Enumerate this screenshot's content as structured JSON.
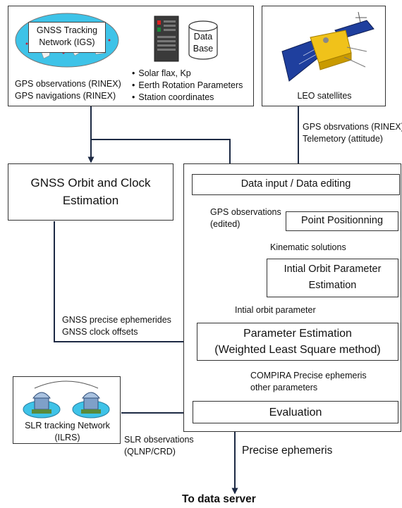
{
  "igs": {
    "map_label_line1": "GNSS Tracking",
    "map_label_line2": "Network (IGS)",
    "database_line1": "Data",
    "database_line2": "Base",
    "outputs": [
      "GPS observations (RINEX)",
      "GPS navigations (RINEX)"
    ],
    "params": [
      "Solar flax, Kp",
      "Eerth Rotation Parameters",
      "Station coordinates"
    ]
  },
  "leo": {
    "label": "LEO satellites",
    "arrow_label_line1": "GPS obsrvations (RINEX)",
    "arrow_label_line2": "Telemetory (attitude)"
  },
  "gnss_orbit": {
    "title_line1": "GNSS Orbit and Clock",
    "title_line2": "Estimation",
    "output_line1": "GNSS precise ephemerides",
    "output_line2": "GNSS clock offsets"
  },
  "processing": {
    "data_input": "Data input / Data editing",
    "edited_obs_line1": "GPS observations",
    "edited_obs_line2": "(edited)",
    "point_positioning": "Point Positionning",
    "kinematic": "Kinematic solutions",
    "initial_orbit_line1": "Intial Orbit Parameter",
    "initial_orbit_line2": "Estimation",
    "initial_param": "Intial orbit parameter",
    "param_est_line1": "Parameter Estimation",
    "param_est_line2": "(Weighted Least Square method)",
    "compira_line1": "COMPIRA Precise ephemeris",
    "compira_line2": "other parameters",
    "evaluation": "Evaluation"
  },
  "slr": {
    "label_line1": "SLR tracking Network",
    "label_line2": "(ILRS)",
    "obs_line1": "SLR observations",
    "obs_line2": "(QLNP/CRD)"
  },
  "output": {
    "precise": "Precise ephemeris",
    "server": "To data server"
  },
  "colors": {
    "ocean": "#3ec3e8",
    "land": "#f2f2f2",
    "panel": "#1f3f9e",
    "satellite_body": "#f0c21a"
  }
}
